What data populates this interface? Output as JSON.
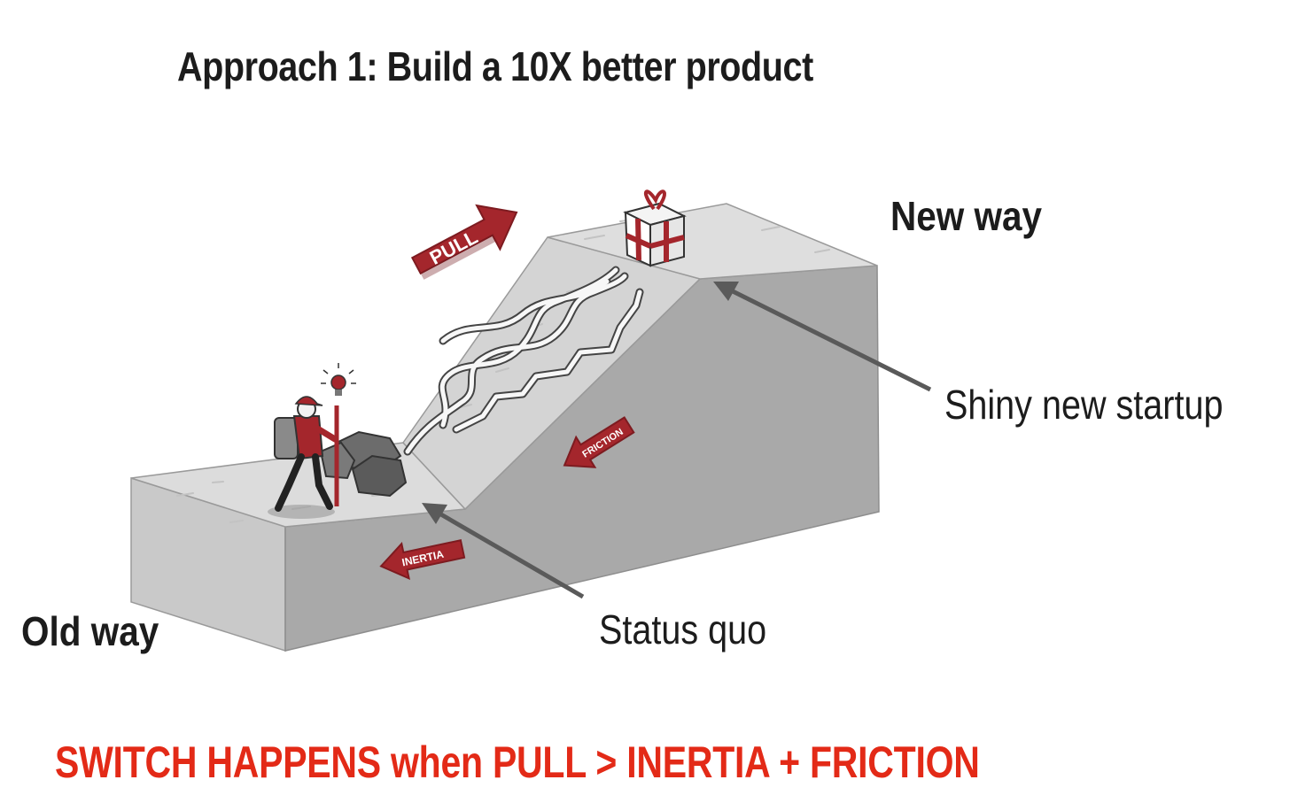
{
  "title": "Approach 1: Build a 10X better product",
  "labels": {
    "new_way": "New way",
    "old_way": "Old way",
    "shiny_new_startup": "Shiny new startup",
    "status_quo": "Status quo"
  },
  "arrows": {
    "pull": "PULL",
    "friction": "FRICTION",
    "inertia": "INERTIA"
  },
  "formula": "SWITCH HAPPENS when PULL > INERTIA + FRICTION",
  "colors": {
    "accent_red": "#a4262c",
    "formula_red": "#e32a17",
    "text": "#1c1c1c",
    "terrain_top": "#dcdcdc",
    "terrain_side": "#a8a8a8"
  }
}
